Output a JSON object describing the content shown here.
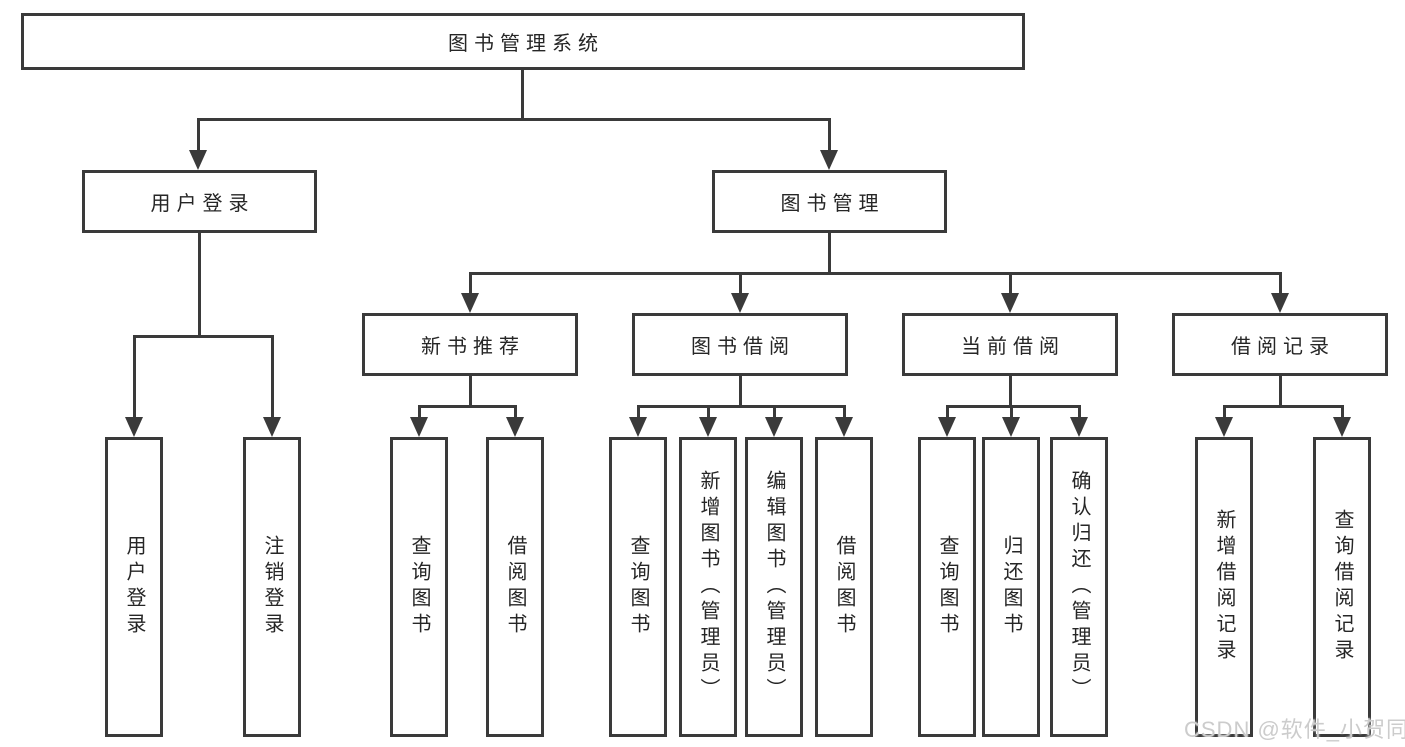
{
  "colors": {
    "line": "#3a3a3a",
    "text": "#262626",
    "watermark": "#cccccc",
    "bg": "#ffffff"
  },
  "tree": {
    "label": "图书管理系统",
    "children": [
      {
        "label": "用户登录",
        "children": [
          {
            "label": "用户登录"
          },
          {
            "label": "注销登录"
          }
        ]
      },
      {
        "label": "图书管理",
        "children": [
          {
            "label": "新书推荐",
            "children": [
              {
                "label": "查询图书"
              },
              {
                "label": "借阅图书"
              }
            ]
          },
          {
            "label": "图书借阅",
            "children": [
              {
                "label": "查询图书"
              },
              {
                "label": "新增图书（管理员）"
              },
              {
                "label": "编辑图书（管理员）"
              },
              {
                "label": "借阅图书"
              }
            ]
          },
          {
            "label": "当前借阅",
            "children": [
              {
                "label": "查询图书"
              },
              {
                "label": "归还图书"
              },
              {
                "label": "确认归还（管理员）"
              }
            ]
          },
          {
            "label": "借阅记录",
            "children": [
              {
                "label": "新增借阅记录"
              },
              {
                "label": "查询借阅记录"
              }
            ]
          }
        ]
      }
    ]
  },
  "watermark": {
    "text": "CSDN @软件_小贺同学"
  }
}
